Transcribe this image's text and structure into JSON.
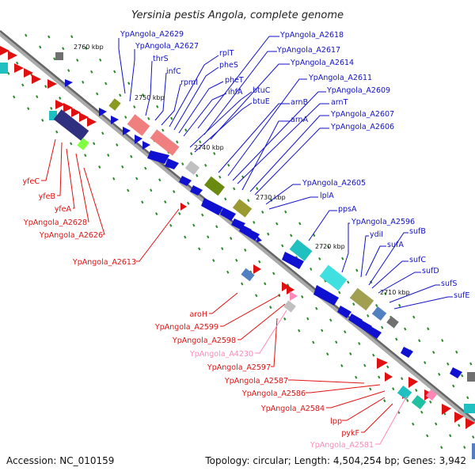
{
  "title": "Yersinia pestis Angola, complete genome",
  "footer": {
    "accession": "Accession: NC_010159",
    "summary": "Topology: circular; Length: 4,504,254 bp; Genes: 3,942"
  },
  "colors": {
    "forward_label": "#1010c8",
    "reverse_label": "#e01010",
    "pseudo_label": "#ff88b8",
    "backbone": "#777777",
    "tick": "#2a8a2a"
  },
  "scale_labels": [
    "2760 kbp",
    "2750 kbp",
    "2740 kbp",
    "2730 kbp",
    "2720 kbp",
    "2710 kbp"
  ],
  "forward_labels": [
    "YpAngola_A2629",
    "YpAngola_A2627",
    "thrS",
    "infC",
    "rpmI",
    "rplT",
    "pheS",
    "pheT",
    "ihfA",
    "YpAngola_A2618",
    "YpAngola_A2617",
    "YpAngola_A2614",
    "btuC",
    "btuE",
    "arnB",
    "YpAngola_A2611",
    "YpAngola_A2609",
    "arnT",
    "arnA",
    "YpAngola_A2607",
    "YpAngola_A2606",
    "YpAngola_A2605",
    "lplA",
    "ppsA",
    "YpAngola_A2596",
    "ydiI",
    "sufB",
    "sufA",
    "sufC",
    "sufD",
    "sufS",
    "sufE"
  ],
  "reverse_labels": [
    "yfeC",
    "yfeB",
    "yfeA",
    "YpAngola_A2628",
    "YpAngola_A2626",
    "YpAngola_A2613",
    "aroH",
    "YpAngola_A2599",
    "YpAngola_A2598",
    "YpAngola_A4230",
    "YpAngola_A2597",
    "YpAngola_A2587",
    "YpAngola_A2586",
    "YpAngola_A2584",
    "lpp",
    "pykF",
    "YpAngola_A2581"
  ],
  "pseudo_labels": [
    "YpAngola_A4230",
    "YpAngola_A2581"
  ]
}
